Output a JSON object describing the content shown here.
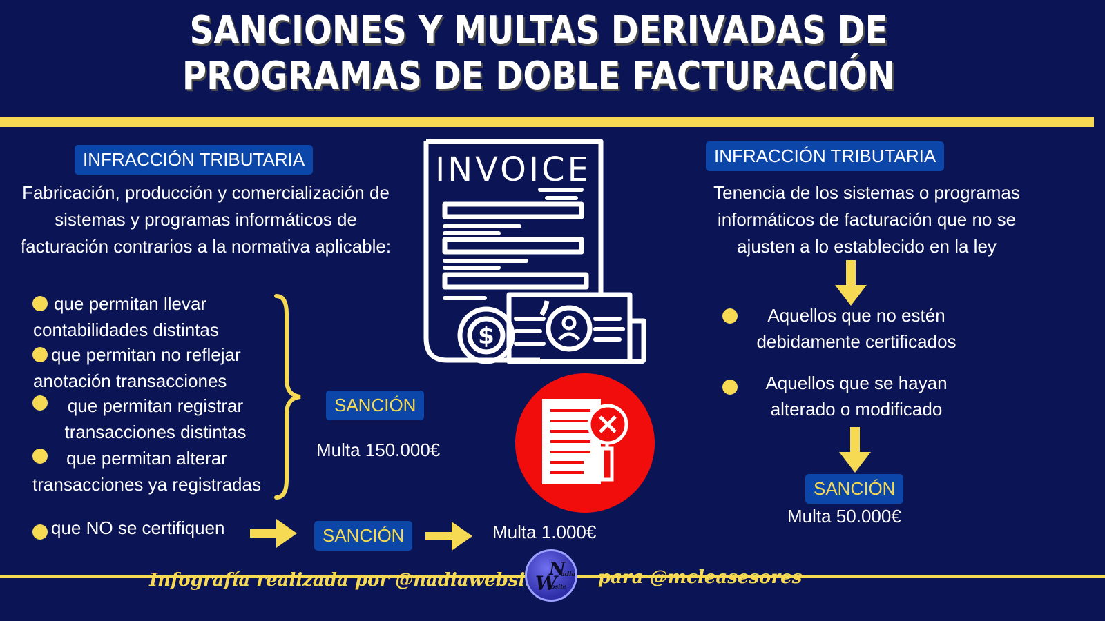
{
  "title": "SANCIONES Y MULTAS DERIVADAS DE PROGRAMAS DE DOBLE FACTURACIÓN",
  "left": {
    "badge": "INFRACCIÓN TRIBUTARIA",
    "description": "Fabricación, producción y comercialización de sistemas y programas informáticos de facturación contrarios a la normativa aplicable:",
    "bullets": [
      "que permitan llevar contabilidades distintas",
      "que permitan no reflejar anotación transacciones",
      "que permitan registrar transacciones distintas",
      "que permitan alterar transacciones ya registradas"
    ],
    "sanction_label": "SANCIÓN",
    "fine": "Multa 150.000€",
    "no_cert_bullet": "que NO se certifiquen",
    "sanction_label_2": "SANCIÓN",
    "fine_2": "Multa 1.000€"
  },
  "invoice_icon": {
    "label": "INVOICE",
    "icon": "invoice-icon"
  },
  "right": {
    "badge": "INFRACCIÓN TRIBUTARIA",
    "description": "Tenencia de los sistemas o programas informáticos de facturación que no se ajusten a lo establecido en la ley",
    "bullets": [
      "Aquellos que no estén debidamente certificados",
      "Aquellos que se hayan alterado o modificado"
    ],
    "sanction_label": "SANCIÓN",
    "fine": "Multa 50.000€"
  },
  "footer": {
    "credit": "Infografía realizada por @nadiawebsite",
    "for": "para @mcleasesores",
    "logo_letters": [
      "W",
      "N",
      "adia",
      "ebsite"
    ]
  },
  "colors": {
    "background": "#0b1454",
    "accent": "#f7da53",
    "badge": "#0c46a8",
    "alert_red": "#f20d0d"
  }
}
